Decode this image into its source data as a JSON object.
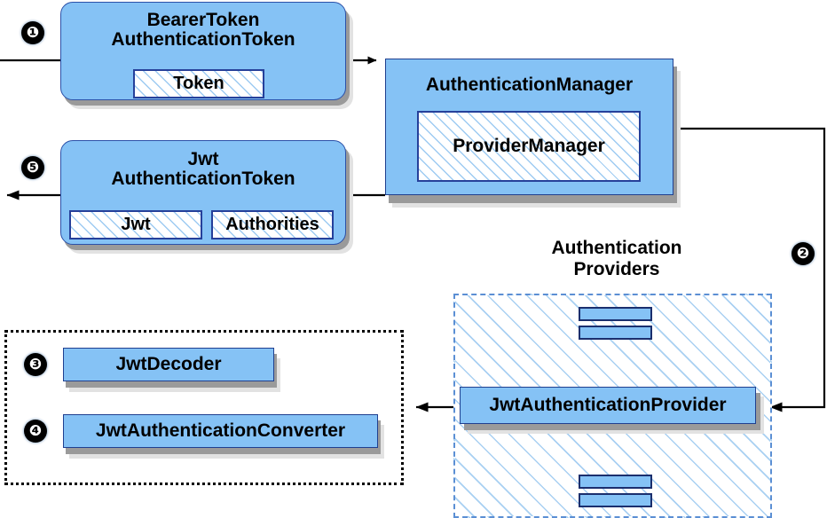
{
  "diagram": {
    "title": "Spring Security JWT Bearer Token Authentication Flow",
    "colors": {
      "node_fill": "#85c2f5",
      "node_border": "#2b50a8",
      "inner_border": "#26409a",
      "hatch_line": "#9ecbf2",
      "dashed_blue": "#5b8fd4",
      "dotted_black": "#000000",
      "shadow_dark": "#9a9a9a",
      "shadow_light": "#e2e2e2",
      "badge_bg": "#000000",
      "badge_fg": "#ffffff"
    }
  },
  "badges": [
    {
      "id": 1,
      "glyph": "❶",
      "label": "1"
    },
    {
      "id": 2,
      "glyph": "❷",
      "label": "2"
    },
    {
      "id": 3,
      "glyph": "❸",
      "label": "3"
    },
    {
      "id": 4,
      "glyph": "❹",
      "label": "4"
    },
    {
      "id": 5,
      "glyph": "❺",
      "label": "5"
    }
  ],
  "nodes": {
    "bearer_token": {
      "title_line1": "BearerToken",
      "title_line2": "AuthenticationToken",
      "inner": {
        "label": "Token"
      }
    },
    "jwt_token": {
      "title_line1": "Jwt",
      "title_line2": "AuthenticationToken",
      "inner_left": {
        "label": "Jwt"
      },
      "inner_right": {
        "label": "Authorities"
      }
    },
    "authentication_manager": {
      "title": "AuthenticationManager",
      "inner": {
        "label": "ProviderManager"
      }
    },
    "authentication_providers": {
      "caption_line1": "Authentication",
      "caption_line2": "Providers",
      "provider": {
        "label": "JwtAuthenticationProvider"
      }
    },
    "jwt_support": {
      "decoder": {
        "label": "JwtDecoder"
      },
      "converter": {
        "label": "JwtAuthenticationConverter"
      }
    }
  }
}
